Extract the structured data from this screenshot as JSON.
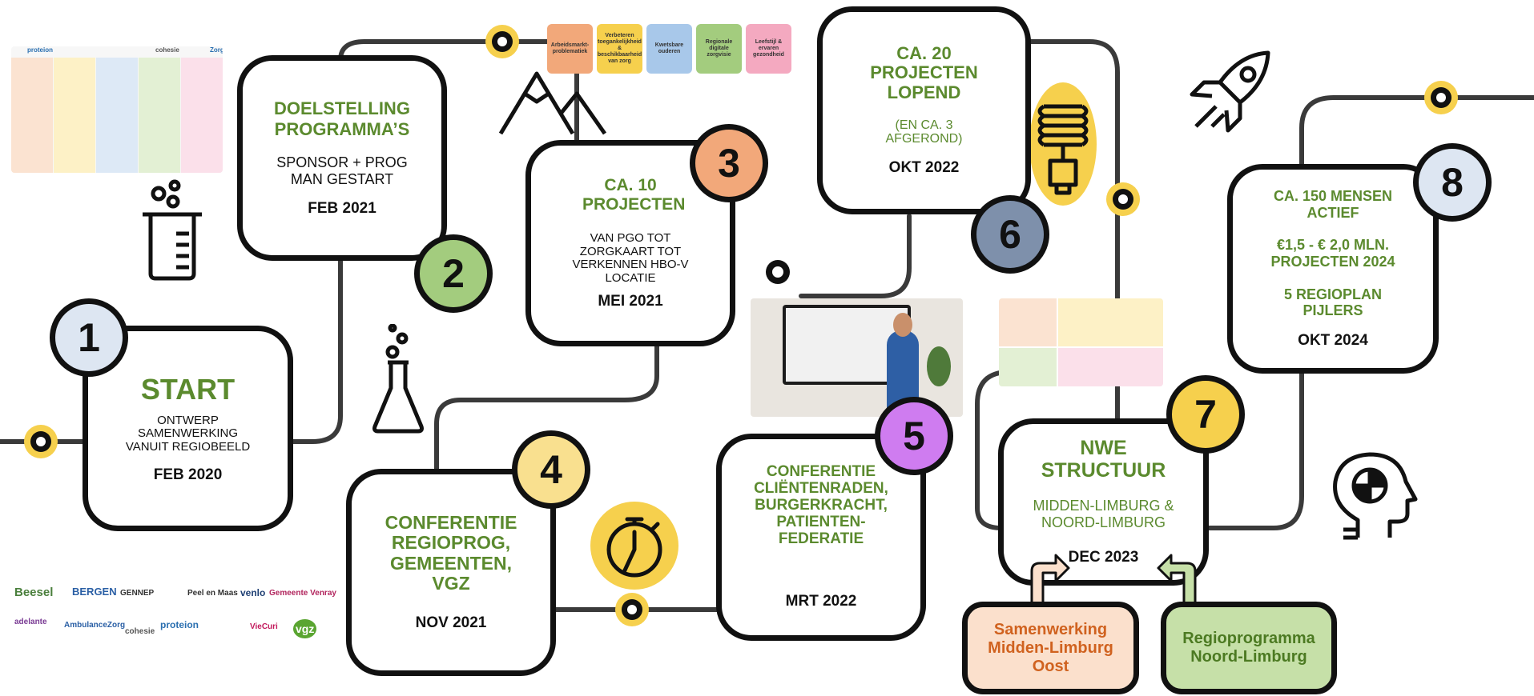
{
  "milestones": [
    {
      "number": "1",
      "title": "START",
      "body": "ONTWERP SAMENWERKING VANUIT REGIOBEELD",
      "date": "FEB 2020",
      "badge_color": "#dde6f2"
    },
    {
      "number": "2",
      "title": "DOELSTELLING PROGRAMMA’S",
      "body": "SPONSOR + PROG MAN GESTART",
      "date": "FEB 2021",
      "badge_color": "#a3cc7e"
    },
    {
      "number": "3",
      "title": "CA. 10 PROJECTEN",
      "body": "VAN PGO TOT ZORGKAART TOT VERKENNEN HBO-V LOCATIE",
      "date": "MEI 2021",
      "badge_color": "#f2a87a"
    },
    {
      "number": "4",
      "title": "CONFERENTIE REGIOPROG, GEMEENTEN, VGZ",
      "body": "",
      "date": "NOV 2021",
      "badge_color": "#f9e08f"
    },
    {
      "number": "5",
      "title": "CONFERENTIE CLIËNTENRADEN, BURGERKRACHT, PATIENTEN-FEDERATIE",
      "body": "",
      "date": "MRT 2022",
      "badge_color": "#cf7cf0"
    },
    {
      "number": "6",
      "title": "CA. 20 PROJECTEN LOPEND",
      "body": "(EN CA. 3 AFGEROND)",
      "date": "OKT 2022",
      "badge_color": "#7e90ab"
    },
    {
      "number": "7",
      "title": "NWE STRUCTUUR",
      "body": "MIDDEN-LIMBURG & NOORD-LIMBURG",
      "date": "DEC 2023",
      "badge_color": "#f6d04d"
    },
    {
      "number": "8",
      "title": "CA. 150 MENSEN ACTIEF",
      "body": "€1,5 - € 2,0 MLN. PROJECTEN 2024",
      "body2": "5 REGIOPLAN PIJLERS",
      "date": "OKT 2024",
      "badge_color": "#dde6f2"
    }
  ],
  "pillars": [
    {
      "label": "Arbeidsmarkt-problematiek",
      "color": "#f2a87a"
    },
    {
      "label": "Verbeteren toegankelijkheid & beschikbaarheid van zorg",
      "color": "#f6d04d"
    },
    {
      "label": "Kwetsbare ouderen",
      "color": "#a8c8ea"
    },
    {
      "label": "Regionale digitale zorgvisie",
      "color": "#a3cc7e"
    },
    {
      "label": "Leefstijl & ervaren gezondheid",
      "color": "#f4a9c0"
    }
  ],
  "sources": [
    {
      "label": "Samenwerking Midden-Limburg Oost",
      "bg": "#fbe0cc",
      "text_color": "#d0621f"
    },
    {
      "label": "Regioprogramma Noord-Limburg",
      "bg": "#c6e0a8",
      "text_color": "#4c7a22"
    }
  ],
  "partner_logos": [
    "Beesel",
    "BERGEN",
    "GENNEP",
    "Peel en Maas",
    "venlo",
    "Gemeente Venray",
    "adelante",
    "AmbulanceZorg",
    "cohesie",
    "proteion",
    "VieCuri",
    "vgz"
  ],
  "top_logos": [
    "proteion",
    "cohesie",
    "Zorg"
  ],
  "icons": [
    "beaker-icon",
    "flask-icon",
    "mountain-icon",
    "stopwatch-icon",
    "lightbulb-icon",
    "rocket-icon",
    "head-icon"
  ],
  "colors": {
    "road": "#3a3a3a",
    "title_green": "#5b8a2e",
    "dot_yellow": "#f6d04d"
  }
}
